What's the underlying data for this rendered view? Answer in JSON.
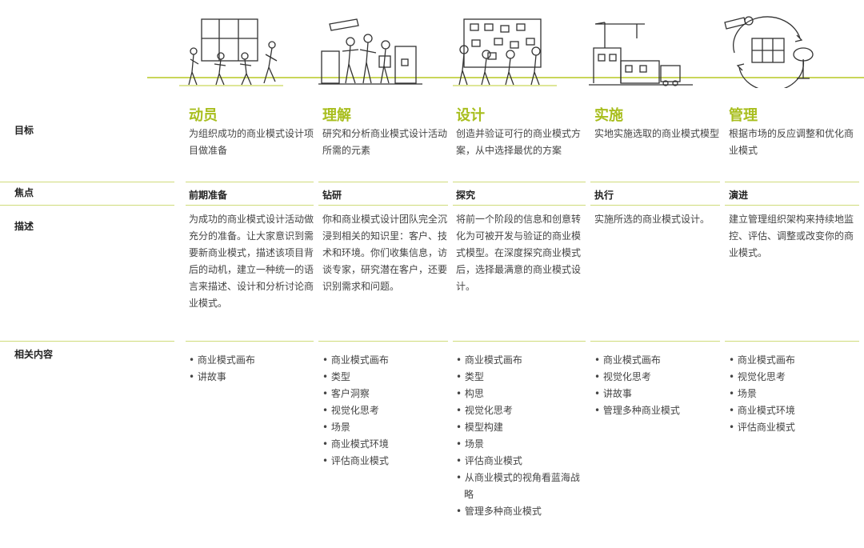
{
  "row_labels": {
    "goal": "目标",
    "focus": "焦点",
    "desc": "描述",
    "related": "相关内容"
  },
  "phases": [
    {
      "title": "动员",
      "goal": "为组织成功的商业模式设计项目做准备",
      "focus": "前期准备",
      "desc": "为成功的商业模式设计活动做充分的准备。让大家意识到需要新商业模式，描述该项目背后的动机，建立一种统一的语言来描述、设计和分析讨论商业模式。",
      "related": [
        "商业模式画布",
        "讲故事"
      ]
    },
    {
      "title": "理解",
      "goal": "研究和分析商业模式设计活动所需的元素",
      "focus": "钻研",
      "desc": "你和商业模式设计团队完全沉浸到相关的知识里：客户、技术和环境。你们收集信息，访谈专家，研究潜在客户，还要识别需求和问题。",
      "related": [
        "商业模式画布",
        "类型",
        "客户洞察",
        "视觉化思考",
        "场景",
        "商业模式环境",
        "评估商业模式"
      ]
    },
    {
      "title": "设计",
      "goal": "创造并验证可行的商业模式方案，从中选择最优的方案",
      "focus": "探究",
      "desc": "将前一个阶段的信息和创意转化为可被开发与验证的商业模式模型。在深度探究商业模式后，选择最满意的商业模式设计。",
      "related": [
        "商业模式画布",
        "类型",
        "构思",
        "视觉化思考",
        "模型构建",
        "场景",
        "评估商业模式",
        "从商业模式的视角看蓝海战略",
        "管理多种商业模式"
      ]
    },
    {
      "title": "实施",
      "goal": "实地实施选取的商业模式模型",
      "focus": "执行",
      "desc": "实施所选的商业模式设计。",
      "related": [
        "商业模式画布",
        "视觉化思考",
        "讲故事",
        "管理多种商业模式"
      ]
    },
    {
      "title": "管理",
      "goal": "根据市场的反应调整和优化商业模式",
      "focus": "演进",
      "desc": "建立管理组织架构来持续地监控、评估、调整或改变你的商业模式。",
      "related": [
        "商业模式画布",
        "视觉化思考",
        "场景",
        "商业模式环境",
        "评估商业模式"
      ]
    }
  ],
  "colors": {
    "accent": "#a8be1e",
    "line": "#cfdc7a"
  }
}
